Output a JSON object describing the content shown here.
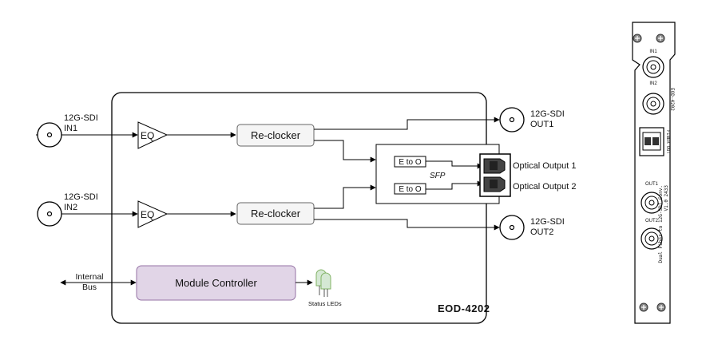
{
  "diagram": {
    "device_name": "EOD-4202",
    "inputs": [
      {
        "label_line1": "12G-SDI",
        "label_line2": "IN1"
      },
      {
        "label_line1": "12G-SDI",
        "label_line2": "IN2"
      }
    ],
    "outputs": [
      {
        "label_line1": "12G-SDI",
        "label_line2": "OUT1"
      },
      {
        "label_line1": "12G-SDI",
        "label_line2": "OUT2"
      }
    ],
    "eq_label": "EQ",
    "reclocker_label": "Re-clocker",
    "sfp": {
      "label": "SFP",
      "converter_label": "E to O",
      "optical_outputs": [
        "Optical Output 1",
        "Optical Output 2"
      ]
    },
    "bus": {
      "line1": "Internal",
      "line2": "Bus"
    },
    "controller_label": "Module Controller",
    "status_leds_label": "Status LEDs"
  },
  "panel": {
    "in1": "IN1",
    "in2": "IN2",
    "model": "EOD-4202",
    "fiber_out": "FIBER OUT",
    "out1": "OUT1",
    "out2": "OUT2",
    "desc_line1": "Dual Fiber to 12G-SDI Conv.",
    "desc_line2": "V1.0 2433"
  },
  "colors": {
    "controller_fill": "#e1d5e7",
    "controller_stroke": "#9673a6",
    "reclocker_fill": "#f5f5f5",
    "led_fill": "#d5e8d4",
    "led_stroke": "#82b366",
    "line": "#000000"
  }
}
